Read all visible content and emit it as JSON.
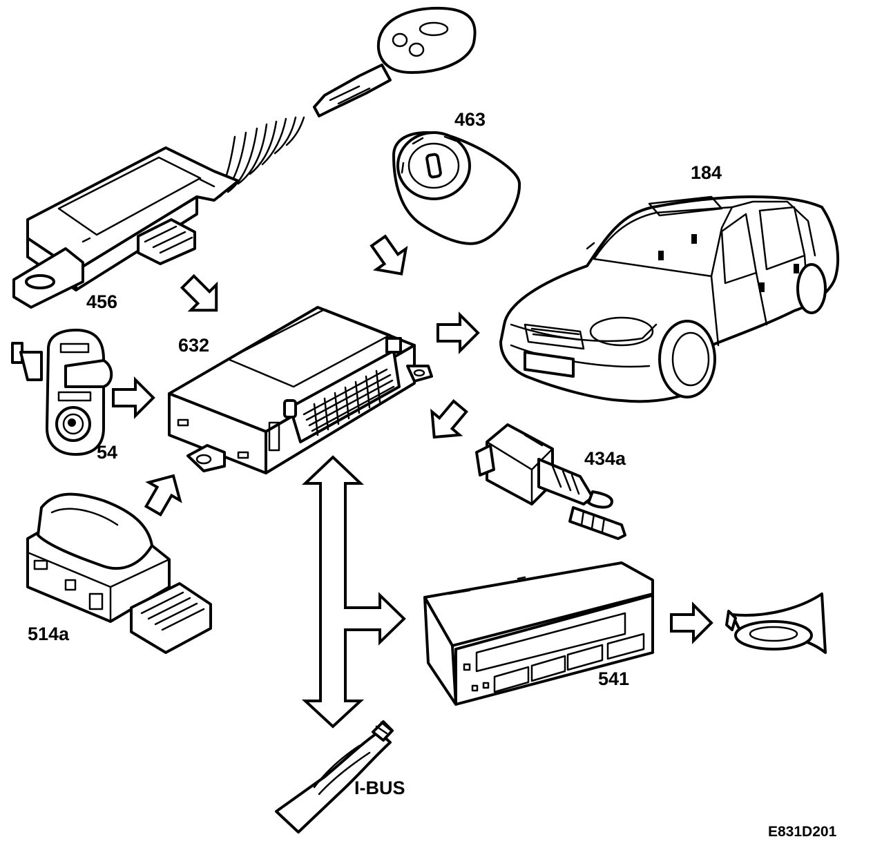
{
  "components": {
    "remote_key": {
      "label": ""
    },
    "receiver_456": {
      "label": "456"
    },
    "ignition_463": {
      "label": "463"
    },
    "car_184": {
      "label": "184"
    },
    "control_unit_632": {
      "label": "632"
    },
    "door_lock_54": {
      "label": "54"
    },
    "switch_514a": {
      "label": "514a"
    },
    "bonnet_switch_434a": {
      "label": "434a"
    },
    "display_541": {
      "label": "541"
    },
    "horn": {
      "label": ""
    },
    "ibus": {
      "label": "I-BUS"
    }
  },
  "figure_code": "E831D201",
  "icons": [
    "remote-key-icon",
    "receiver-module-icon",
    "ignition-switch-icon",
    "car-icon",
    "control-unit-icon",
    "door-lock-icon",
    "switch-icon",
    "bonnet-switch-icon",
    "display-unit-icon",
    "horn-icon",
    "cable-icon"
  ],
  "colors": {
    "line": "#000000",
    "background": "#ffffff"
  }
}
